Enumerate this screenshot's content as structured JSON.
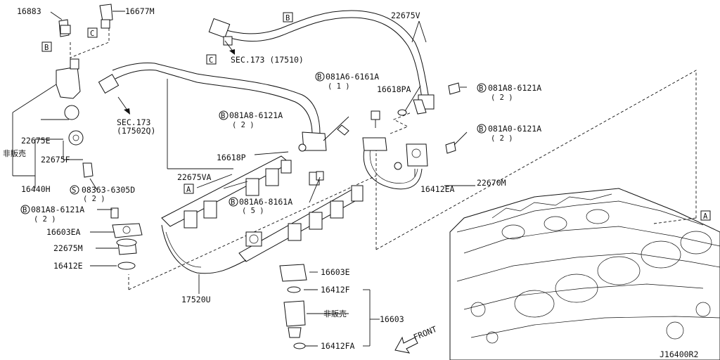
{
  "diagram": {
    "code": "J16400R2",
    "labels": {
      "p16883": "16883",
      "p16677M": "16677M",
      "p22675V": "22675V",
      "sec173_17510": "SEC.173 (17510)",
      "b081A6_6161A": "081A6-6161A",
      "qty1": "( 1 )",
      "p16618PA": "16618PA",
      "b081A8_6121A_top": "081A8-6121A",
      "qty2_top": "( 2 )",
      "sec173": "SEC.173",
      "p17502Q": "(17502Q)",
      "b081A8_6121A_mid": "081A8-6121A",
      "qty2_mid": "( 2 )",
      "b081A0_6121A": "081A0-6121A",
      "qty2_a0": "( 2 )",
      "p22675E": "22675E",
      "hihanbai_left": "非販売",
      "p22675F": "22675F",
      "p16618P": "16618P",
      "p22675VA": "22675VA",
      "p16412EA": "16412EA",
      "p22670M": "22670M",
      "p16440H": "16440H",
      "s08363_6305D": "08363-6305D",
      "qty2_s": "( 2 )",
      "b081A6_8161A": "081A6-8161A",
      "qty5": "( 5 )",
      "b081A8_6121A_low": "081A8-6121A",
      "qty2_low": "( 2 )",
      "p16603EA": "16603EA",
      "p22675M": "22675M",
      "p16412E": "16412E",
      "p16603E": "16603E",
      "p17520U": "17520U",
      "p16412F": "16412F",
      "hihanbai_right": "非販売",
      "p16603": "16603",
      "p16412FA": "16412FA",
      "front": "FRONT",
      "ref_B": "B",
      "ref_C": "C",
      "ref_A": "A",
      "sym_B": "B",
      "sym_S": "S"
    }
  }
}
